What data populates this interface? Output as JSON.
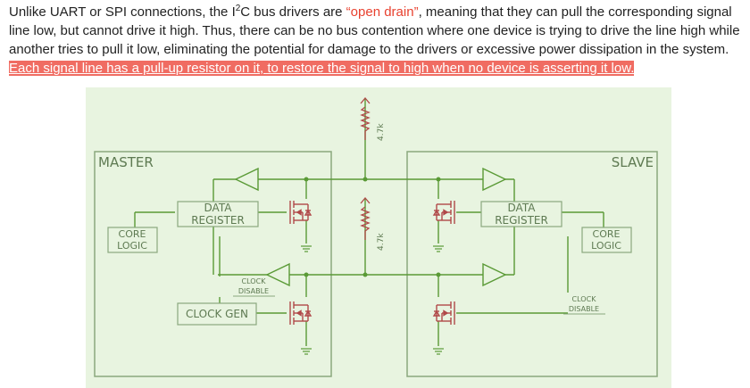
{
  "paragraph": {
    "part1": "Unlike UART or SPI connections, the I",
    "sup": "2",
    "part2": "C bus drivers are ",
    "quote_open": "“",
    "red_term": "open drain",
    "quote_close": "”",
    "part3": ", meaning that they can pull the corresponding signal line low, but cannot drive it high. Thus, there can be no bus contention where one device is trying to drive the line high while another tries to pull it low, eliminating the potential for damage to the drivers or excessive power dissipation in the system.",
    "highlight": "Each signal line has a pull-up resistor on it, to restore the signal to high when no device is asserting it low."
  },
  "diagram": {
    "master_label": "MASTER",
    "slave_label": "SLAVE",
    "master_data_register": [
      "DATA",
      "REGISTER"
    ],
    "master_core_logic": [
      "CORE",
      "LOGIC"
    ],
    "master_clock_disable": [
      "CLOCK",
      "DISABLE"
    ],
    "master_clock_gen": "CLOCK GEN",
    "slave_data_register": [
      "DATA",
      "REGISTER"
    ],
    "slave_core_logic": [
      "CORE",
      "LOGIC"
    ],
    "slave_clock_disable": [
      "CLOCK",
      "DISABLE"
    ],
    "resistor_top": "4.7k",
    "resistor_mid": "4.7k",
    "colors": {
      "background": "#e8f4e0",
      "wire": "#5a9a36",
      "box": "#8aa87e",
      "transistor": "#b04848",
      "resistor": "#b04848"
    }
  }
}
